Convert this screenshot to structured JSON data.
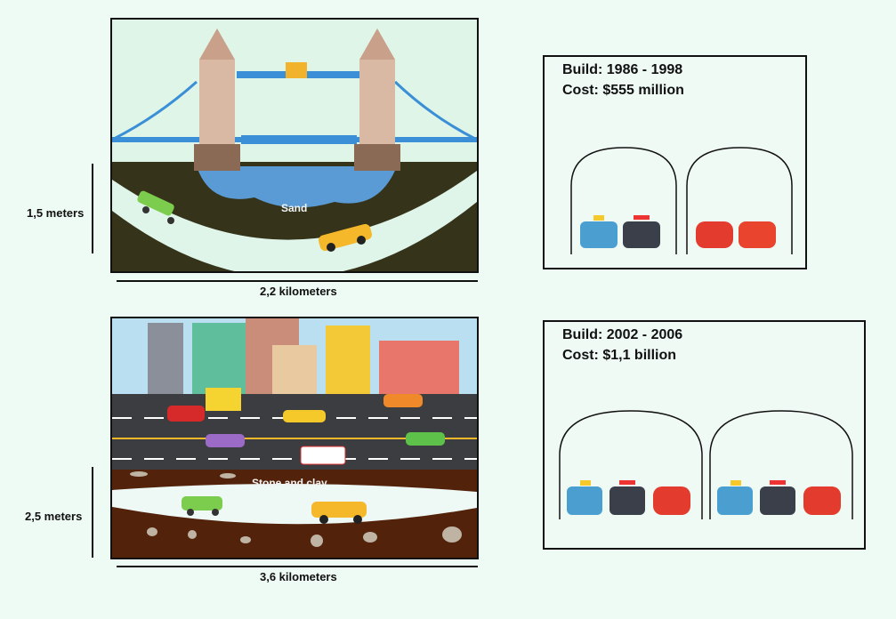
{
  "tunnel_1": {
    "ground_label": "Sand",
    "depth_label": "1,5 meters",
    "length_label": "2,2 kilometers",
    "build": "Build: 1986 - 1998",
    "cost": "Cost: $555 million"
  },
  "tunnel_2": {
    "ground_label": "Stone and clay",
    "depth_label": "2,5 meters",
    "length_label": "3,6 kilometers",
    "build": "Build: 2002 - 2006",
    "cost": "Cost: $1,1 billion"
  },
  "colors": {
    "background": "#eefaf4",
    "sand": "#35331a",
    "clay": "#52220a",
    "tunnel": "#e0f5ea",
    "water": "#5b9bd5"
  }
}
